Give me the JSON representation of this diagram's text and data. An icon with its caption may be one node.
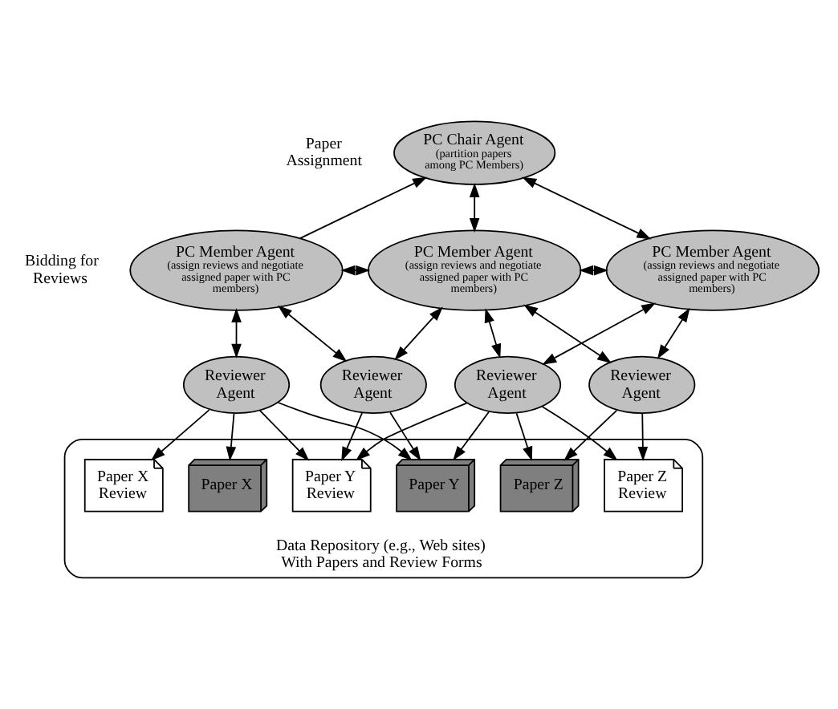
{
  "diagram": {
    "nodes": [
      {
        "text": [
          "PC Chair Agent",
          "(partition papers among PC Members)"
        ]
      },
      {
        "text": [
          "PC Member Agent",
          "(assign reviews and negotiate assigned paper with PC members)"
        ]
      },
      {
        "text": [
          "PC Member Agent",
          "(assign reviews and negotiate assigned paper with PC members)"
        ]
      },
      {
        "text": [
          "PC Member Agent",
          "(assign reviews and negotiate assigned paper with PC members)"
        ]
      },
      {
        "text": [
          "Reviewer Agent"
        ]
      },
      {
        "text": [
          "Reviewer Agent"
        ]
      },
      {
        "text": [
          "Reviewer Agent"
        ]
      },
      {
        "text": [
          "Reviewer Agent"
        ]
      },
      {
        "text": [
          "Data Repository (e.g., Web sites) With Papers and Review Forms"
        ]
      },
      {
        "text": [
          "Paper X Review"
        ],
        "in": 8
      },
      {
        "text": [
          "Paper X"
        ],
        "in": 8
      },
      {
        "text": [
          "Paper Y Review"
        ],
        "in": 8
      },
      {
        "text": [
          "Paper Y"
        ],
        "in": 8
      },
      {
        "text": [
          "Paper Z"
        ],
        "in": 8
      },
      {
        "text": [
          "Paper Z Review"
        ],
        "in": 8
      }
    ],
    "edges": [
      {
        "from": 1,
        "to": 0,
        "arrow": "to"
      },
      {
        "from": 0,
        "to": 2,
        "arrow": "both"
      },
      {
        "from": 0,
        "to": 3,
        "arrow": "both"
      },
      {
        "from": 1,
        "to": 2,
        "arrow": "both"
      },
      {
        "from": 2,
        "to": 3,
        "arrow": "both"
      },
      {
        "from": 1,
        "to": 4,
        "arrow": "both"
      },
      {
        "from": 1,
        "to": 5,
        "arrow": "both"
      },
      {
        "from": 2,
        "to": 5,
        "arrow": "both"
      },
      {
        "from": 2,
        "to": 6,
        "arrow": "both"
      },
      {
        "from": 2,
        "to": 7,
        "arrow": "both"
      },
      {
        "from": 3,
        "to": 6,
        "arrow": "both"
      },
      {
        "from": 3,
        "to": 7,
        "arrow": "both"
      },
      {
        "from": 4,
        "to": 9,
        "arrow": "to"
      },
      {
        "from": 4,
        "to": 10,
        "arrow": "to"
      },
      {
        "from": 4,
        "to": 11,
        "arrow": "to"
      },
      {
        "from": 4,
        "to": 12,
        "arrow": "to"
      },
      {
        "from": 5,
        "to": 11,
        "arrow": "to"
      },
      {
        "from": 5,
        "to": 12,
        "arrow": "to"
      },
      {
        "from": 6,
        "to": 11,
        "arrow": "to"
      },
      {
        "from": 6,
        "to": 12,
        "arrow": "to"
      },
      {
        "from": 6,
        "to": 13,
        "arrow": "to"
      },
      {
        "from": 6,
        "to": 14,
        "arrow": "to"
      },
      {
        "from": 7,
        "to": 13,
        "arrow": "to"
      },
      {
        "from": 7,
        "to": 14,
        "arrow": "to"
      }
    ],
    "labels": [
      "Paper Assignment",
      "Bidding for Reviews"
    ]
  }
}
